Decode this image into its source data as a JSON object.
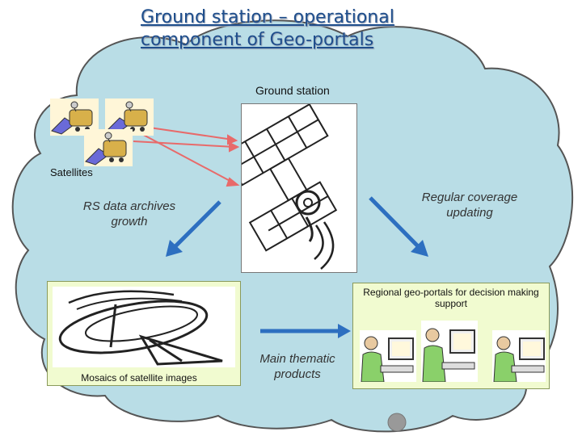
{
  "title": {
    "line1": "Ground station – operational",
    "line2": "component of Geo-portals"
  },
  "labels": {
    "ground_station": "Ground station",
    "satellites": "Satellites",
    "rs_data": "RS data archives growth",
    "regular_coverage": "Regular coverage updating",
    "regional_portals": "Regional geo-portals for decision making support",
    "mosaics": "Mosaics of satellite images",
    "main_products": "Main thematic products"
  },
  "colors": {
    "cloud_fill": "#b9dde6",
    "cloud_stroke": "#555555",
    "title": "#1f4e8c",
    "red_arrow": "#e86a6a",
    "blue_arrow": "#2d6fc0",
    "panel_green": "#f1fbd0"
  },
  "icons": [
    "satellite-icon",
    "ground-antenna-icon",
    "satellite-dish-icon",
    "operator-workstation-icon"
  ]
}
